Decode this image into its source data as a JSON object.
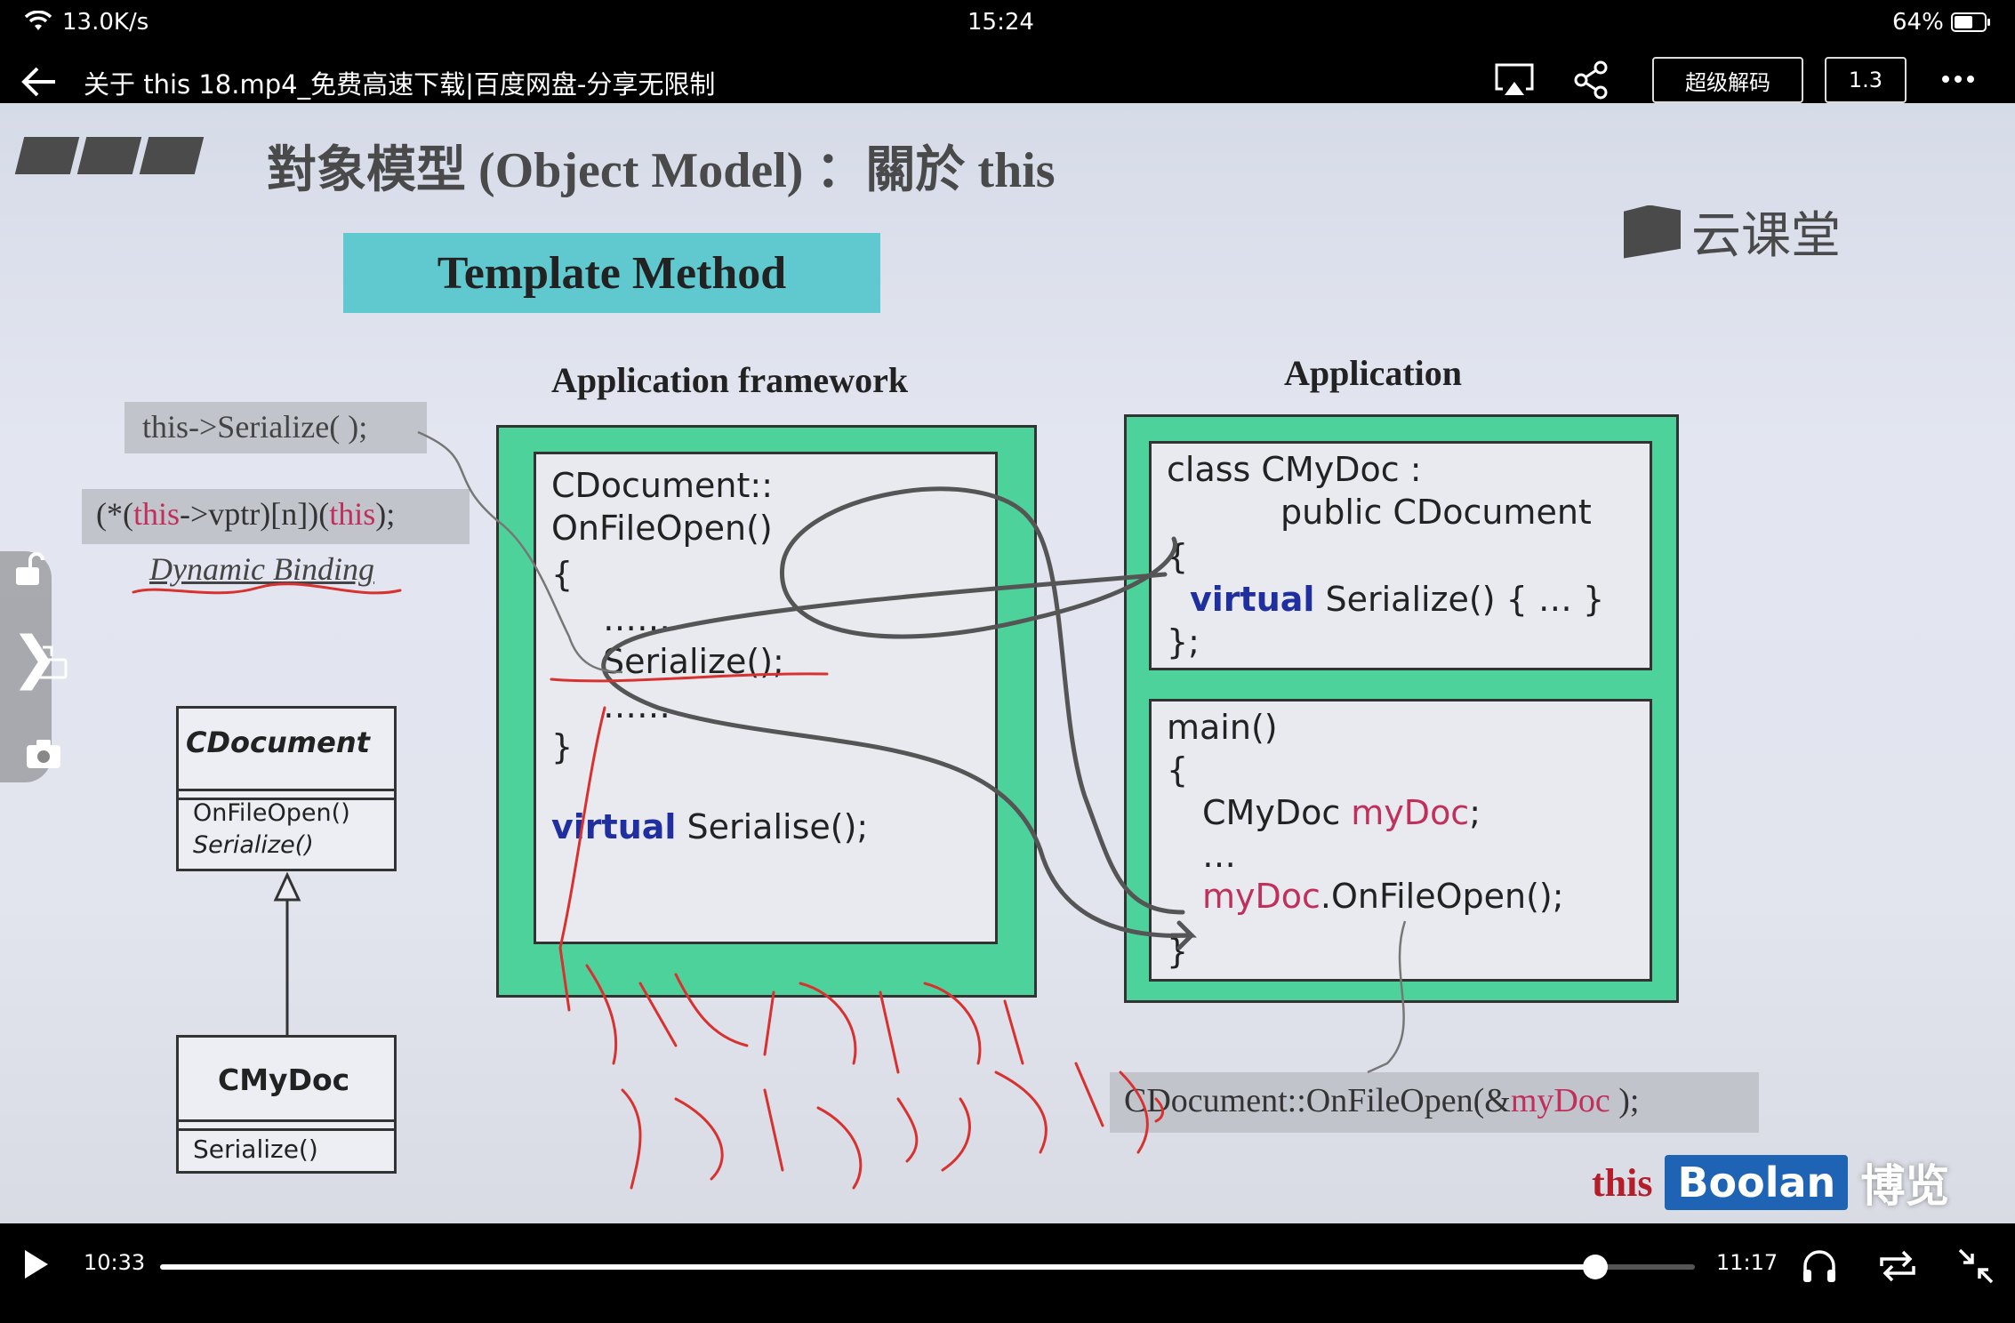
{
  "status_bar": {
    "speed": "13.0K/s",
    "time": "15:24",
    "battery": "64%",
    "battery_level": 0.64
  },
  "title_bar": {
    "title": "关于 this 18.mp4_免费高速下载|百度网盘-分享无限制",
    "decode_label": "超级解码",
    "speed_label": "1.3"
  },
  "slide": {
    "title": "對象模型 (Object Model) ：關於 this",
    "logo_text": "云课堂",
    "template_method": "Template Method",
    "framework_header": "Application framework",
    "application_header": "Application",
    "this_call": "this->Serialize( );",
    "vptr_call_prefix": "(*(",
    "vptr_this1": "this",
    "vptr_mid": "->vptr)[n])(",
    "vptr_this2": "this",
    "vptr_suffix": ");",
    "dynamic_binding": "Dynamic Binding",
    "uml_base_name": "CDocument",
    "uml_base_method1": "OnFileOpen()",
    "uml_base_method2": "Serialize()",
    "uml_derived_name": "CMyDoc",
    "uml_derived_method": "Serialize()",
    "fw_line1": "CDocument::",
    "fw_line2": "OnFileOpen()",
    "fw_line3": "{",
    "fw_line4": "……",
    "fw_line5": "Serialize();",
    "fw_line6": "……",
    "fw_line7": "}",
    "fw_virtual_kw": "virtual",
    "fw_virtual_rest": " Serialise();",
    "app_class_line1": "class CMyDoc :",
    "app_class_line2": "public CDocument",
    "app_class_line3": "{",
    "app_virtual_kw": "virtual",
    "app_virtual_rest": " Serialize() { … }",
    "app_class_line5": "};",
    "main_line1": "main()",
    "main_line2": "{",
    "main_decl_type": "CMyDoc ",
    "main_decl_var": "myDoc",
    "main_decl_end": ";",
    "main_dots": "…",
    "main_call_var": "myDoc",
    "main_call_rest": ".OnFileOpen();",
    "main_close": "}",
    "bottom_call_prefix": "CDocument::OnFileOpen(&",
    "bottom_call_var": "myDoc",
    "bottom_call_suffix": " );",
    "watermark_this": "this",
    "watermark_boolan": "Boolan",
    "watermark_bolan": "博览"
  },
  "controls": {
    "current_time": "10:33",
    "duration": "11:17",
    "progress": 0.935
  }
}
